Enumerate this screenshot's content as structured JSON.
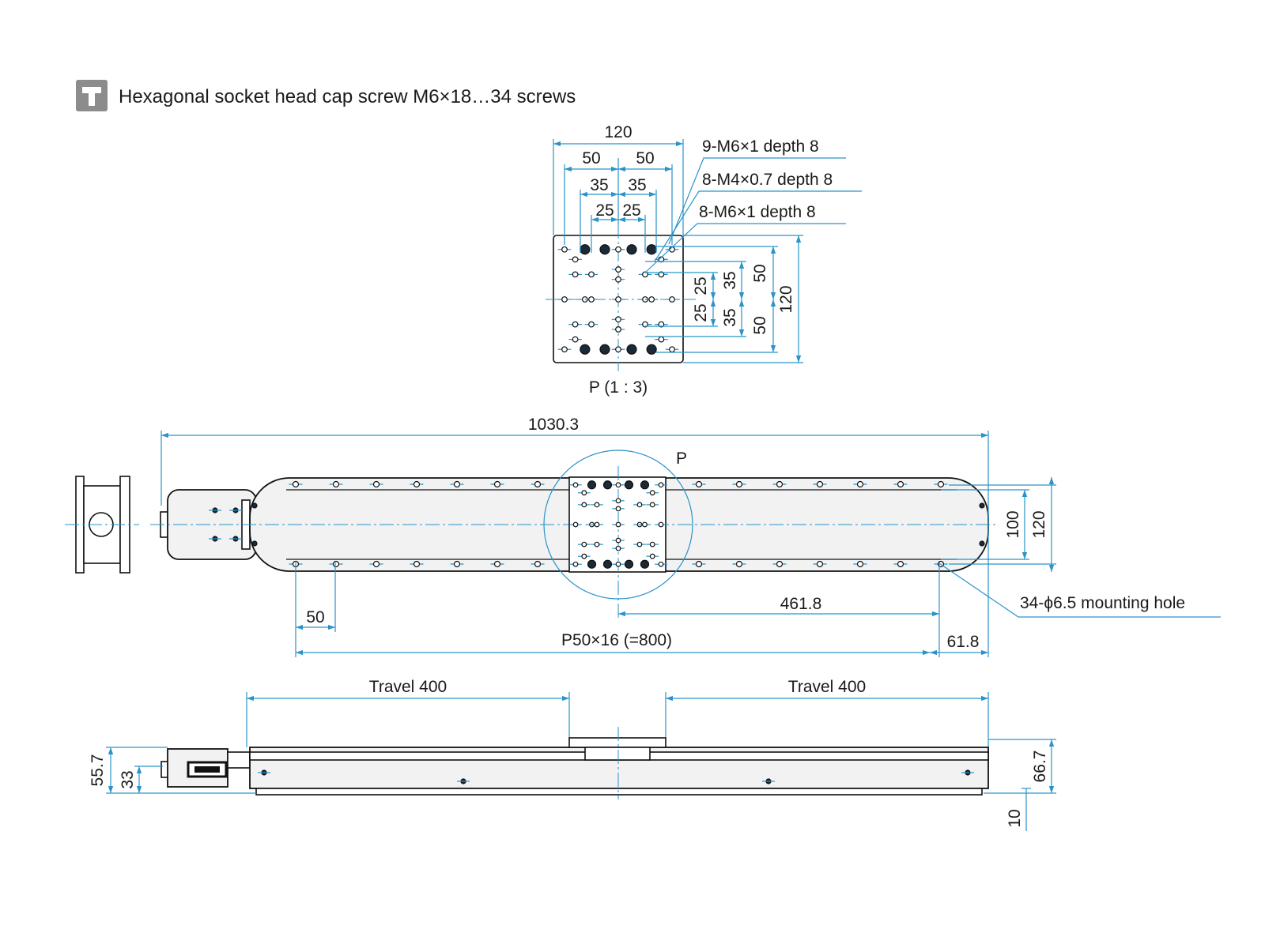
{
  "header": {
    "icon": "screw-icon",
    "icon_color": "#8c8c8c",
    "text": "Hexagonal socket head cap screw M6×18…34 screws"
  },
  "colors": {
    "dimension": "#2a93c9",
    "outline": "#111111",
    "fill": "#f2f2f2"
  },
  "detail_p": {
    "caption": "P (1 : 3)",
    "dims": {
      "w120": "120",
      "w50a": "50",
      "w50b": "50",
      "w35a": "35",
      "w35b": "35",
      "w25a": "25",
      "w25b": "25",
      "v25a": "25",
      "v25b": "25",
      "v35a": "35",
      "v35b": "35",
      "v50a": "50",
      "v50b": "50",
      "v120": "120"
    },
    "callouts": [
      "9-M6×1 depth 8",
      "8-M4×0.7 depth 8",
      "8-M6×1 depth 8"
    ]
  },
  "top_view": {
    "detail_label": "P",
    "dims": {
      "overall": "1030.3",
      "h100": "100",
      "h120": "120",
      "pitch": "50",
      "half": "461.8",
      "pitch_total": "P50×16 (=800)",
      "end": "61.8"
    },
    "callout": "34-ϕ6.5 mounting hole"
  },
  "side_view": {
    "dims": {
      "travel_left": "Travel 400",
      "travel_right": "Travel 400",
      "h55": "55.7",
      "h33": "33",
      "h66": "66.7",
      "h10": "10"
    }
  }
}
